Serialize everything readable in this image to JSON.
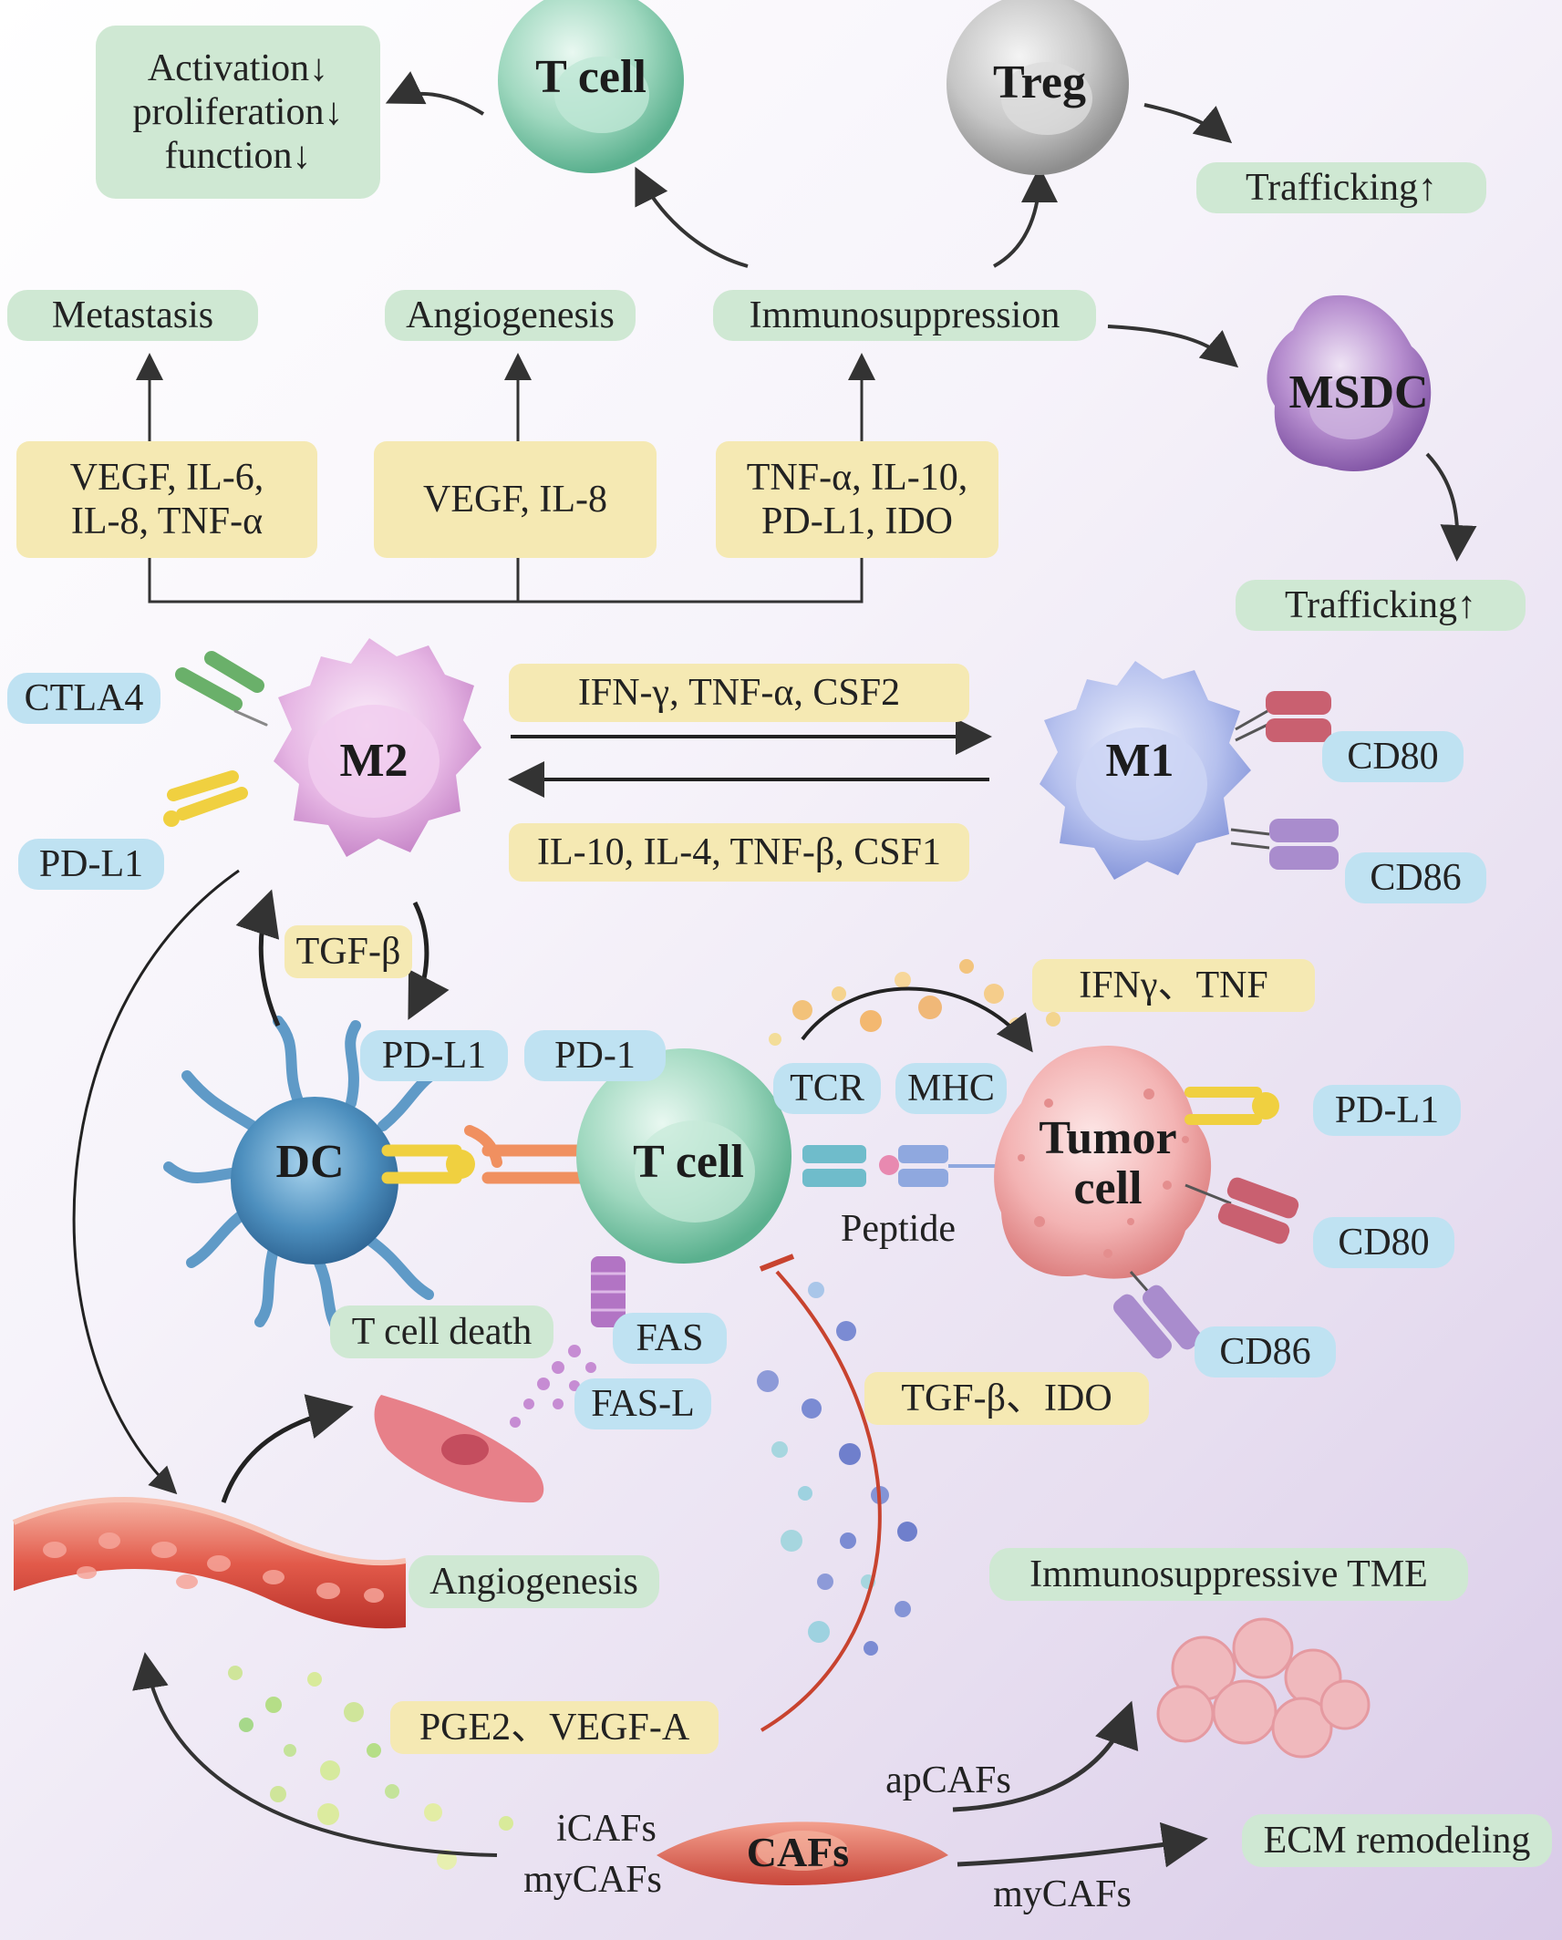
{
  "colors": {
    "green_label": "#cfe8d3",
    "yellow_label": "#f5e9b3",
    "blue_label": "#bfe2f2",
    "arrow": "#333333",
    "inhibit": "#c8432f"
  },
  "cells": {
    "t_cell_top": "T cell",
    "treg": "Treg",
    "msdc": "MSDC",
    "m2": "M2",
    "m1": "M1",
    "dc": "DC",
    "t_cell_center": "T cell",
    "tumor_line1": "Tumor",
    "tumor_line2": "cell",
    "cafs": "CAFs"
  },
  "top": {
    "tcell_effects": [
      "Activation↓",
      "proliferation↓",
      "function↓"
    ],
    "treg_trafficking": "Trafficking↑",
    "metastasis": "Metastasis",
    "angiogenesis": "Angiogenesis",
    "immunosuppression": "Immunosuppression",
    "factors_metastasis": [
      "VEGF, IL-6,",
      "IL-8, TNF-α"
    ],
    "factors_angiogenesis": "VEGF, IL-8",
    "factors_immunosuppression": [
      "TNF-α, IL-10,",
      "PD-L1, IDO"
    ],
    "msdc_trafficking": "Trafficking↑"
  },
  "macrophage": {
    "ctla4": "CTLA4",
    "pdl1_m2": "PD-L1",
    "to_m1_factors": "IFN-γ, TNF-α, CSF2",
    "to_m2_factors": "IL-10, IL-4, TNF-β, CSF1",
    "cd80_m1": "CD80",
    "cd86_m1": "CD86"
  },
  "center": {
    "tgfb": "TGF-β",
    "pdl1_dc": "PD-L1",
    "pd1": "PD-1",
    "tcr": "TCR",
    "mhc": "MHC",
    "ifn_tnf": "IFNγ、TNF",
    "pdl1_tumor": "PD-L1",
    "peptide": "Peptide",
    "cd80_tumor": "CD80",
    "cd86_tumor": "CD86",
    "t_cell_death": "T cell death",
    "fas": "FAS",
    "fasl": "FAS-L",
    "tgfb_ido": "TGF-β、IDO"
  },
  "bottom": {
    "angiogenesis": "Angiogenesis",
    "immunosuppressive_tme": "Immunosuppressive TME",
    "pge2_vegfa": "PGE2、VEGF-A",
    "apcafs": "apCAFs",
    "icafs": "iCAFs",
    "mycafs_left": "myCAFs",
    "mycafs_right": "myCAFs",
    "ecm_remodeling": "ECM remodeling"
  }
}
